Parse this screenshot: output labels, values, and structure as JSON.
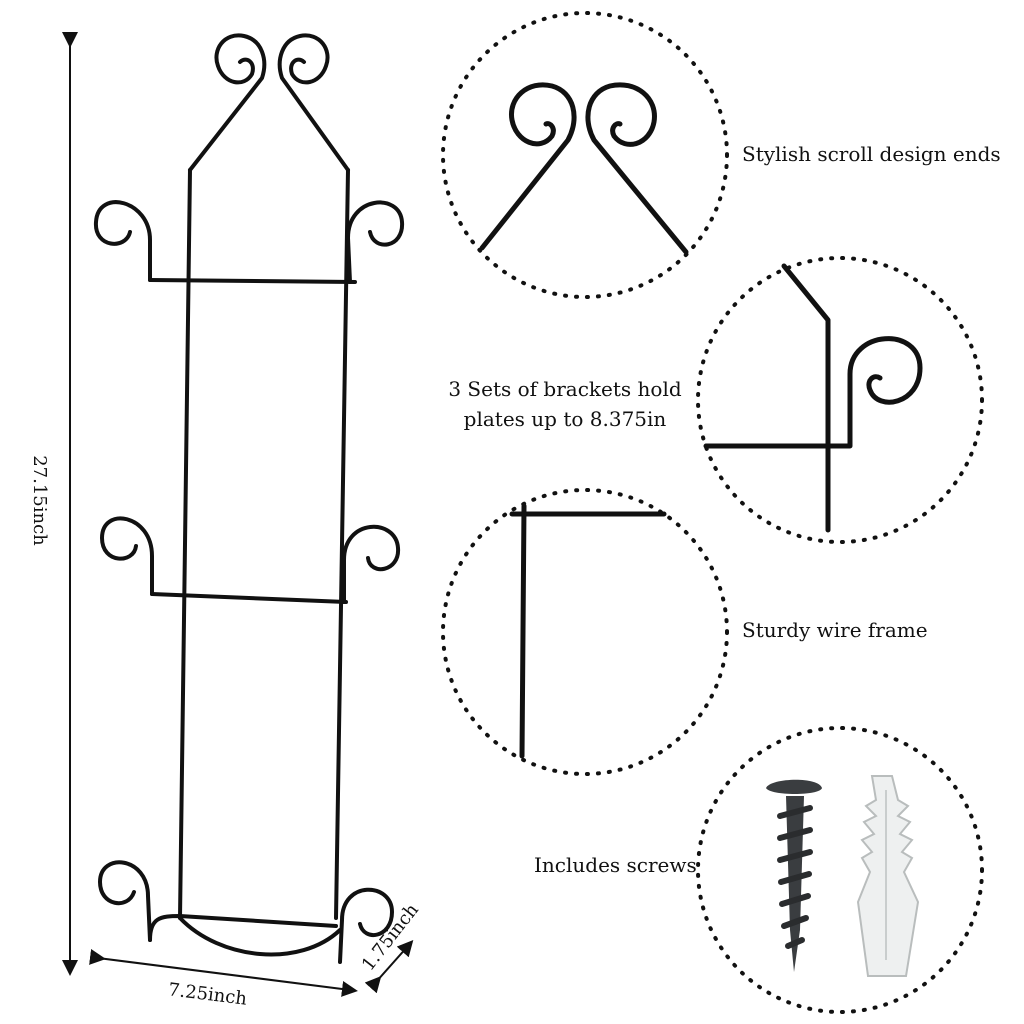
{
  "features": [
    {
      "id": "scroll",
      "text": "Stylish scroll design ends"
    },
    {
      "id": "brackets",
      "lines": [
        "3 Sets of brackets hold",
        "plates up to 8.375in"
      ]
    },
    {
      "id": "frame",
      "text": "Sturdy wire frame"
    },
    {
      "id": "screws",
      "text": "Includes screws"
    }
  ],
  "dimensions": {
    "height": "27.15inch",
    "width": "7.25inch",
    "depth": "1.75inch"
  },
  "colors": {
    "wire": "#111111",
    "screw": "#3a3d40",
    "anchor": "#eef0f0",
    "dots": "#111111"
  }
}
